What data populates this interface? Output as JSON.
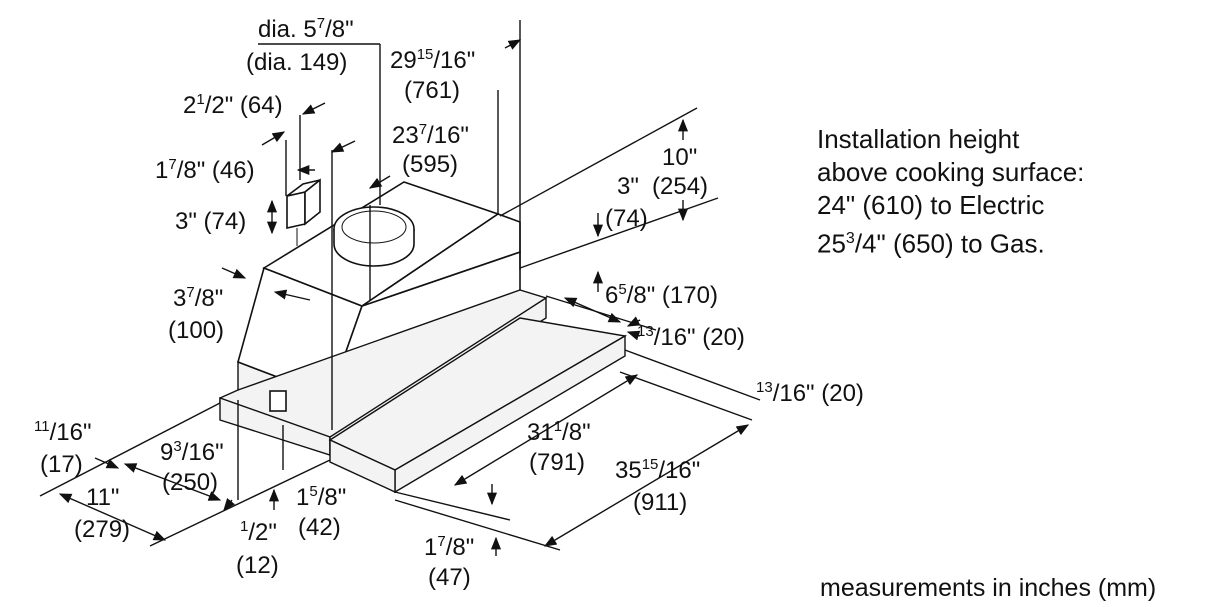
{
  "installation_note": {
    "line1": "Installation height",
    "line2": "above cooking surface:",
    "line3": "24\" (610) to Electric",
    "line4_main": "25",
    "line4_sup": "3",
    "line4_rest": "/4\" (650) to Gas."
  },
  "units_note": "measurements in inches (mm)",
  "dimensions": [
    {
      "id": "duct-dia-in",
      "main": "dia. 5",
      "sup": "7",
      "rest": "/8\""
    },
    {
      "id": "duct-dia-mm",
      "main": "(dia. 149)"
    },
    {
      "id": "total-depth-in",
      "main": "29",
      "sup": "15",
      "rest": "/16\""
    },
    {
      "id": "total-depth-mm",
      "main": "(761)"
    },
    {
      "id": "box-offset-in",
      "main": "2",
      "sup": "1",
      "rest": "/2\" (64)"
    },
    {
      "id": "duct-offset-in",
      "main": "23",
      "sup": "7",
      "rest": "/16\""
    },
    {
      "id": "duct-offset-mm",
      "main": "(595)"
    },
    {
      "id": "box-width-in",
      "main": "1",
      "sup": "7",
      "rest": "/8\" (46)"
    },
    {
      "id": "total-height-in",
      "main": "10\""
    },
    {
      "id": "total-height-mm",
      "main": "(254)"
    },
    {
      "id": "box-height",
      "main": "3\" (74)"
    },
    {
      "id": "step-height-in",
      "main": "3\""
    },
    {
      "id": "step-height-mm",
      "main": "(74)"
    },
    {
      "id": "side-offset-in",
      "main": "3",
      "sup": "7",
      "rest": "/8\""
    },
    {
      "id": "side-offset-mm",
      "main": "(100)"
    },
    {
      "id": "visor-depth",
      "main": "6",
      "sup": "5",
      "rest": "/8\" (170)"
    },
    {
      "id": "visor-gap-a",
      "sup": "13",
      "rest": "/16\" (20)"
    },
    {
      "id": "visor-gap-b",
      "sup": "13",
      "rest": "/16\" (20)"
    },
    {
      "id": "front-step-in",
      "sup": "11",
      "rest": "/16\""
    },
    {
      "id": "front-step-mm",
      "main": "(17)"
    },
    {
      "id": "housing-depth-in",
      "main": "9",
      "sup": "3",
      "rest": "/16\""
    },
    {
      "id": "housing-depth-mm",
      "main": "(250)"
    },
    {
      "id": "overall-depth-in",
      "main": "11\""
    },
    {
      "id": "overall-depth-mm",
      "main": "(279)"
    },
    {
      "id": "housing-width-in",
      "main": "31",
      "sup": "1",
      "rest": "/8\""
    },
    {
      "id": "housing-width-mm",
      "main": "(791)"
    },
    {
      "id": "overall-width-in",
      "main": "35",
      "sup": "15",
      "rest": "/16\""
    },
    {
      "id": "overall-width-mm",
      "main": "(911)"
    },
    {
      "id": "frame-height-in",
      "main": "1",
      "sup": "5",
      "rest": "/8\""
    },
    {
      "id": "frame-height-mm",
      "main": "(42)"
    },
    {
      "id": "frame-lip-in",
      "sup": "1",
      "rest": "/2\""
    },
    {
      "id": "frame-lip-mm",
      "main": "(12)"
    },
    {
      "id": "visor-height-in",
      "main": "1",
      "sup": "7",
      "rest": "/8\""
    },
    {
      "id": "visor-height-mm",
      "main": "(47)"
    }
  ]
}
